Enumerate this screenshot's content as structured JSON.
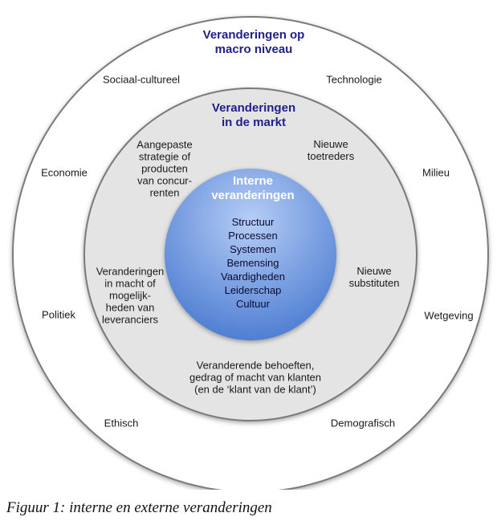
{
  "diagram": {
    "outer_title": "Veranderingen op\nmacro niveau",
    "outer_items": [
      "Sociaal-cultureel",
      "Technologie",
      "Economie",
      "Milieu",
      "Politiek",
      "Wetgeving",
      "Ethisch",
      "Demografisch"
    ],
    "middle_title": "Veranderingen\nin de markt",
    "middle_items": [
      "Aangepaste\nstrategie of\nproducten\nvan concur-\nrenten",
      "Nieuwe\ntoetreders",
      "Veranderingen\nin macht of\nmogelijk-\nheden van\nleveranciers",
      "Nieuwe\nsubstituten",
      "Veranderende behoeften,\ngedrag of macht van klanten\n(en de ‘klant van de klant’)"
    ],
    "inner_title": "Interne\nveranderingen",
    "inner_items": [
      "Structuur",
      "Processen",
      "Systemen",
      "Bemensing",
      "Vaardigheden",
      "Leiderschap",
      "Cultuur"
    ]
  },
  "caption": "Figuur 1: interne en externe veranderingen",
  "colors": {
    "outer_fill": "#ffffff",
    "outer_stroke": "#7a7a7a",
    "middle_fill": "#e4e4e4",
    "inner_light": "#b6cdf6",
    "inner_dark": "#4f7fd2",
    "title": "#1f1f8a"
  }
}
